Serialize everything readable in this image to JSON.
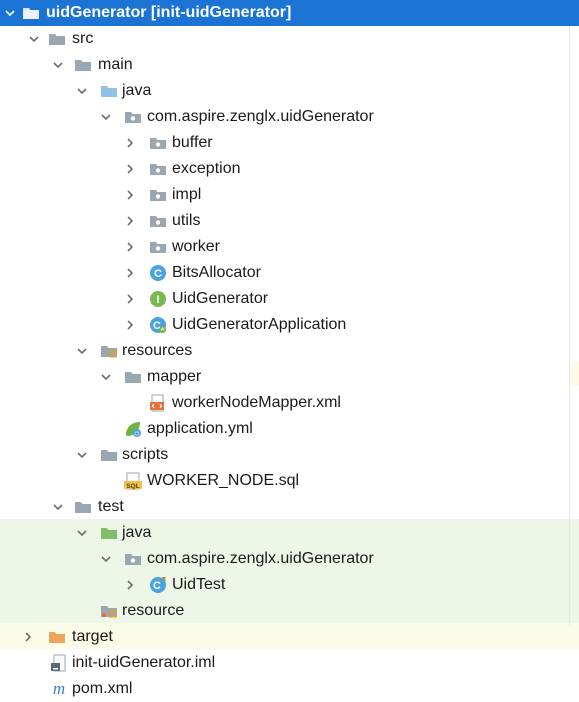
{
  "root": {
    "label": "uidGenerator [init-uidGenerator]"
  },
  "tree": [
    {
      "label": "src"
    },
    {
      "label": "main"
    },
    {
      "label": "java"
    },
    {
      "label": "com.aspire.zenglx.uidGenerator"
    },
    {
      "label": "buffer"
    },
    {
      "label": "exception"
    },
    {
      "label": "impl"
    },
    {
      "label": "utils"
    },
    {
      "label": "worker"
    },
    {
      "label": "BitsAllocator"
    },
    {
      "label": "UidGenerator"
    },
    {
      "label": "UidGeneratorApplication"
    },
    {
      "label": "resources"
    },
    {
      "label": "mapper"
    },
    {
      "label": "workerNodeMapper.xml"
    },
    {
      "label": "application.yml"
    },
    {
      "label": "scripts"
    },
    {
      "label": "WORKER_NODE.sql"
    },
    {
      "label": "test"
    },
    {
      "label": "java"
    },
    {
      "label": "com.aspire.zenglx.uidGenerator"
    },
    {
      "label": "UidTest"
    },
    {
      "label": "resource"
    },
    {
      "label": "target"
    },
    {
      "label": "init-uidGenerator.iml"
    },
    {
      "label": "pom.xml"
    }
  ],
  "icons": {
    "class_letter": "C",
    "interface_letter": "I",
    "maven_letter": "m",
    "sql_letter": "SQL"
  },
  "colors": {
    "selection": "#1b74d4",
    "folder": "#9aa7b0",
    "source_folder": "#8fc3e6",
    "test_folder": "#7fbf6a",
    "target_folder": "#f0a35a",
    "class_icon": "#4aa3df",
    "interface_icon": "#79b94f"
  }
}
